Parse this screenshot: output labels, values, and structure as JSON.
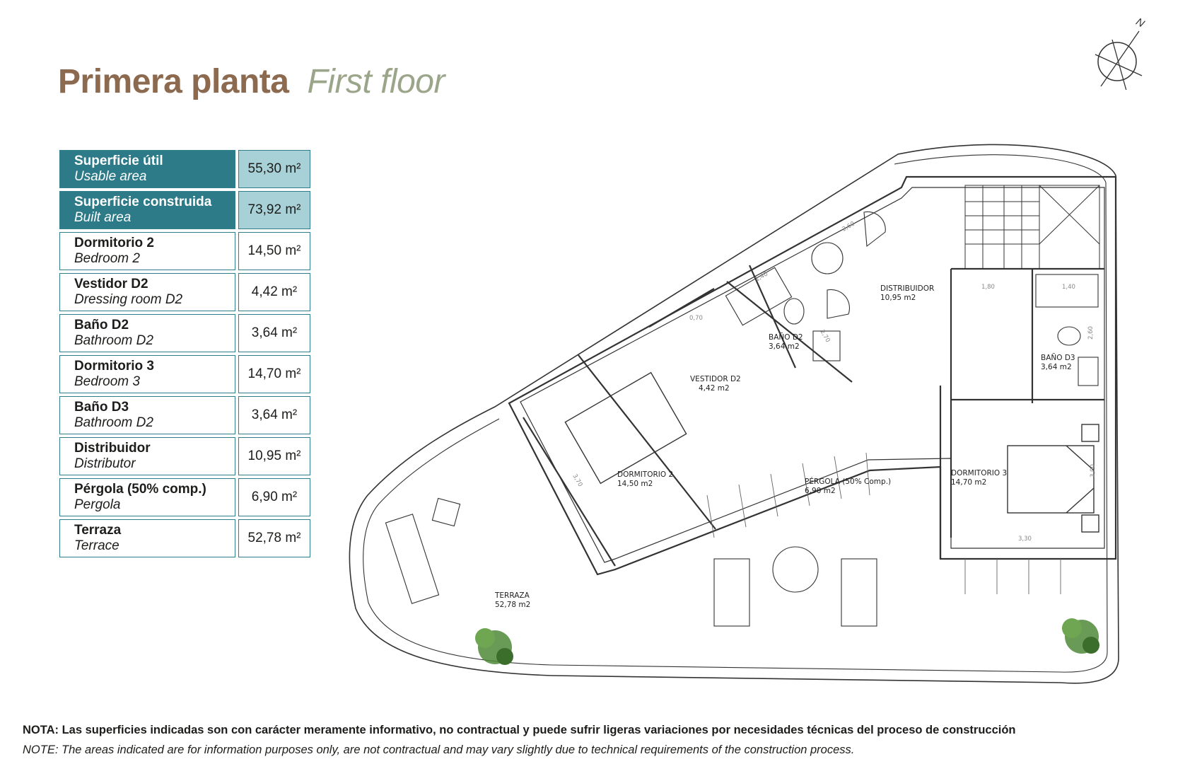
{
  "header": {
    "title_es": "Primera planta",
    "title_en": "First floor"
  },
  "compass": {
    "label": "N"
  },
  "areas_table": [
    {
      "es": "Superficie útil",
      "en": "Usable area",
      "value": "55,30 m²",
      "highlight": true
    },
    {
      "es": "Superficie construida",
      "en": "Built area",
      "value": "73,92 m²",
      "highlight": true
    },
    {
      "es": "Dormitorio 2",
      "en": "Bedroom 2",
      "value": "14,50 m²",
      "highlight": false
    },
    {
      "es": "Vestidor D2",
      "en": "Dressing room D2",
      "value": "4,42 m²",
      "highlight": false
    },
    {
      "es": "Baño D2",
      "en": "Bathroom D2",
      "value": "3,64 m²",
      "highlight": false
    },
    {
      "es": "Dormitorio 3",
      "en": "Bedroom 3",
      "value": "14,70 m²",
      "highlight": false
    },
    {
      "es": "Baño D3",
      "en": "Bathroom D2",
      "value": "3,64 m²",
      "highlight": false
    },
    {
      "es": "Distribuidor",
      "en": "Distributor",
      "value": "10,95 m²",
      "highlight": false
    },
    {
      "es": "Pérgola (50% comp.)",
      "en": "Pergola",
      "value": "6,90 m²",
      "highlight": false
    },
    {
      "es": "Terraza",
      "en": "Terrace",
      "value": "52,78 m²",
      "highlight": false
    }
  ],
  "colors": {
    "teal": "#2d7b89",
    "teal_light": "#a8d1d7",
    "title_brown": "#8c6a4f",
    "title_green": "#9aa58a",
    "tree_green": "#4f8a3a"
  },
  "plan": {
    "rooms": [
      {
        "name": "DISTRIBUIDOR",
        "area": "10,95 m2"
      },
      {
        "name": "BAÑO D2",
        "area": "3,64 m2"
      },
      {
        "name": "VESTIDOR D2",
        "area": "4,42 m2"
      },
      {
        "name": "BAÑO D3",
        "area": "3,64 m2"
      },
      {
        "name": "DORMITORIO 2",
        "area": "14,50 m2"
      },
      {
        "name": "PÉRGOLA (50% Comp.)",
        "area": "6,90 m2"
      },
      {
        "name": "DORMITORIO 3",
        "area": "14,70 m2"
      },
      {
        "name": "TERRAZA",
        "area": "52,78 m2"
      }
    ],
    "dimensions": [
      "2,60",
      "1,40",
      "0,70",
      "1,80",
      "1,40",
      "2,60",
      "3,70",
      "3,00",
      "3,30",
      "2,70"
    ]
  },
  "note": {
    "es": "NOTA: Las superficies indicadas son con carácter meramente informativo, no contractual y puede sufrir ligeras variaciones por necesidades técnicas del proceso de construcción",
    "en": "NOTE: The areas indicated are for information purposes only, are not contractual and may vary slightly due to technical requirements of the construction process."
  }
}
